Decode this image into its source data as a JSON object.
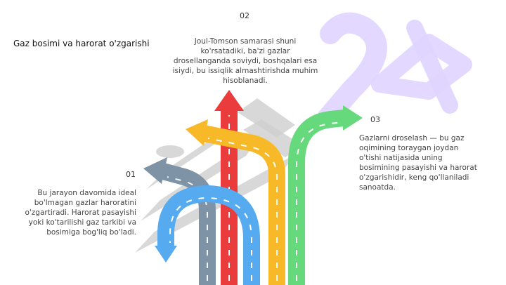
{
  "title": "Gaz bosimi va harorat o'zgarishi",
  "steps": [
    {
      "number": "01",
      "text": "Bu jarayon davomida ideal bo'lmagan gazlar haroratini o'zgartiradi. Harorat pasayishi yoki ko'tarilishi gaz tarkibi va bosimiga bog'liq bo'ladi."
    },
    {
      "number": "02",
      "text": "Joul-Tomson samarasi shuni ko'rsatadiki, ba'zi gazlar drosellanganda soviydi, boshqalari esa isiydi, bu issiqlik almashtirishda muhim hisoblanadi."
    },
    {
      "number": "03",
      "text": "Gazlarni droselash — bu gaz oqimining toraygan joydan o'tishi natijasida uning bosimining pasayishi va harorat o'zgarishidir, keng qo'llaniladi sanoatda."
    }
  ],
  "colors": {
    "arrow_slate": "#7e93a6",
    "arrow_red": "#ea3c3c",
    "arrow_yellow": "#f7b928",
    "arrow_green": "#66d97d",
    "arrow_blue": "#55aaf0",
    "watermark_gray": "#c4c4c4",
    "watermark_purple": "#d9ccff"
  },
  "icons": [
    "road-arrow-icon"
  ]
}
